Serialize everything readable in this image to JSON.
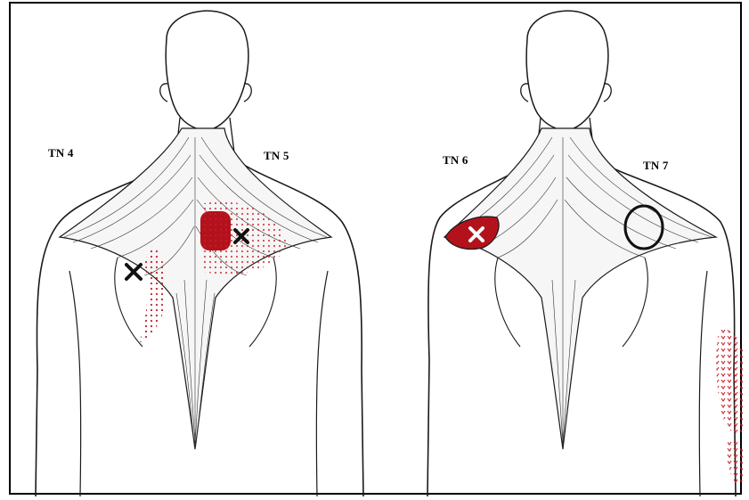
{
  "labels": {
    "tn4": "TN 4",
    "tn5": "TN 5",
    "tn6": "TN 6",
    "tn7": "TN 7"
  },
  "colors": {
    "pain_zone": "#b3121c",
    "pain_dots": "#c8202a",
    "outline": "#1a1a1a",
    "trigger_mark_dark": "#111111",
    "trigger_mark_light": "#ffffff"
  },
  "markers": {
    "tn4": "x",
    "tn5": "x",
    "tn6": "x",
    "tn7": "circle"
  }
}
